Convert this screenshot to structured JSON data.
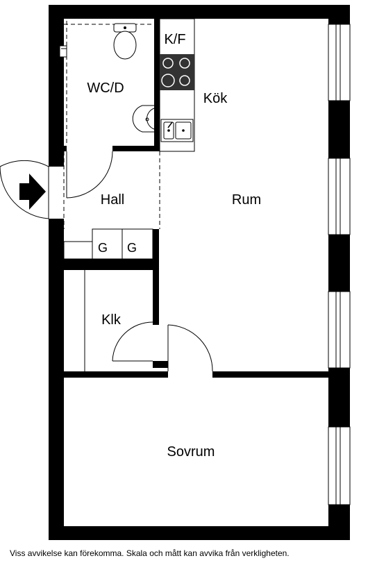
{
  "rooms": {
    "wc": "WC/D",
    "kf": "K/F",
    "kok": "Kök",
    "hall": "Hall",
    "rum": "Rum",
    "klk": "Klk",
    "sovrum": "Sovrum"
  },
  "wardrobes": [
    "G",
    "G"
  ],
  "disclaimer": "Viss avvikelse kan förekomma. Skala och mått kan avvika från verkligheten.",
  "icons": {
    "entrance": "arrow-right-icon",
    "toilet": "toilet-icon",
    "sink": "washbasin-icon",
    "stove": "stove-icon",
    "kitchen_sink": "kitchen-sink-icon",
    "window": "window-icon",
    "door": "door-icon"
  },
  "colors": {
    "wall": "#000000",
    "stove": "#333333",
    "background": "#ffffff"
  }
}
